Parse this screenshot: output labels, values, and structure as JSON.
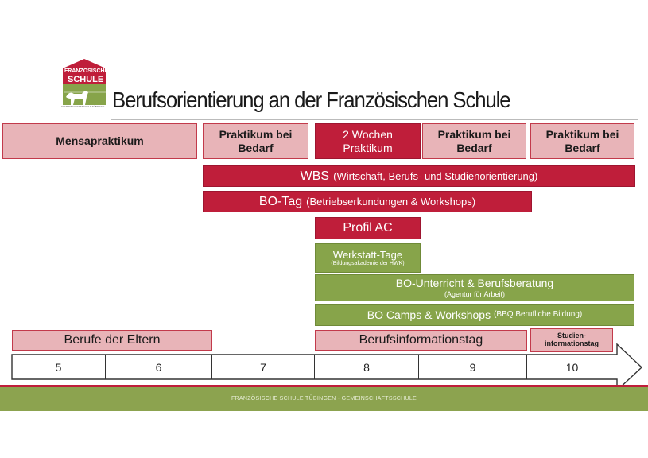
{
  "title": "Berufsorientierung an der Französischen Schule",
  "logo": {
    "line1": "FRANZÖSISCHE",
    "line2": "SCHULE",
    "subline": "GEMEINSCHAFTSSCHULE TÜBINGEN"
  },
  "colors": {
    "red": "#bf1e3a",
    "pink": "#e8b4b8",
    "green": "#87a44a",
    "footer_green": "#8ca34f"
  },
  "rows": {
    "mensa": "Mensapraktikum",
    "praktikum_7": "Praktikum bei Bedarf",
    "praktikum_8": "2 Wochen Praktikum",
    "praktikum_9": "Praktikum bei Bedarf",
    "praktikum_10": "Praktikum bei Bedarf",
    "wbs_main": "WBS",
    "wbs_sub": "(Wirtschaft, Berufs- und Studienorientierung)",
    "botag_main": "BO-Tag",
    "botag_sub": "(Betriebserkundungen & Workshops)",
    "profil": "Profil AC",
    "werkstatt_main": "Werkstatt-Tage",
    "werkstatt_sub": "(Bildungsakademie der HWK)",
    "bounterricht_main": "BO-Unterricht & Berufsberatung",
    "bounterricht_sub": "(Agentur für Arbeit)",
    "bocamps_main": "BO Camps & Workshops",
    "bocamps_sub": "(BBQ Berufliche Bildung)",
    "eltern": "Berufe der Eltern",
    "berufsinfo": "Berufsinformationstag",
    "studieninfo": "Studien-informationstag"
  },
  "grades": [
    "5",
    "6",
    "7",
    "8",
    "9",
    "10"
  ],
  "footer": "FRANZÖSISCHE SCHULE TÜBINGEN - GEMEINSCHAFTSSCHULE"
}
